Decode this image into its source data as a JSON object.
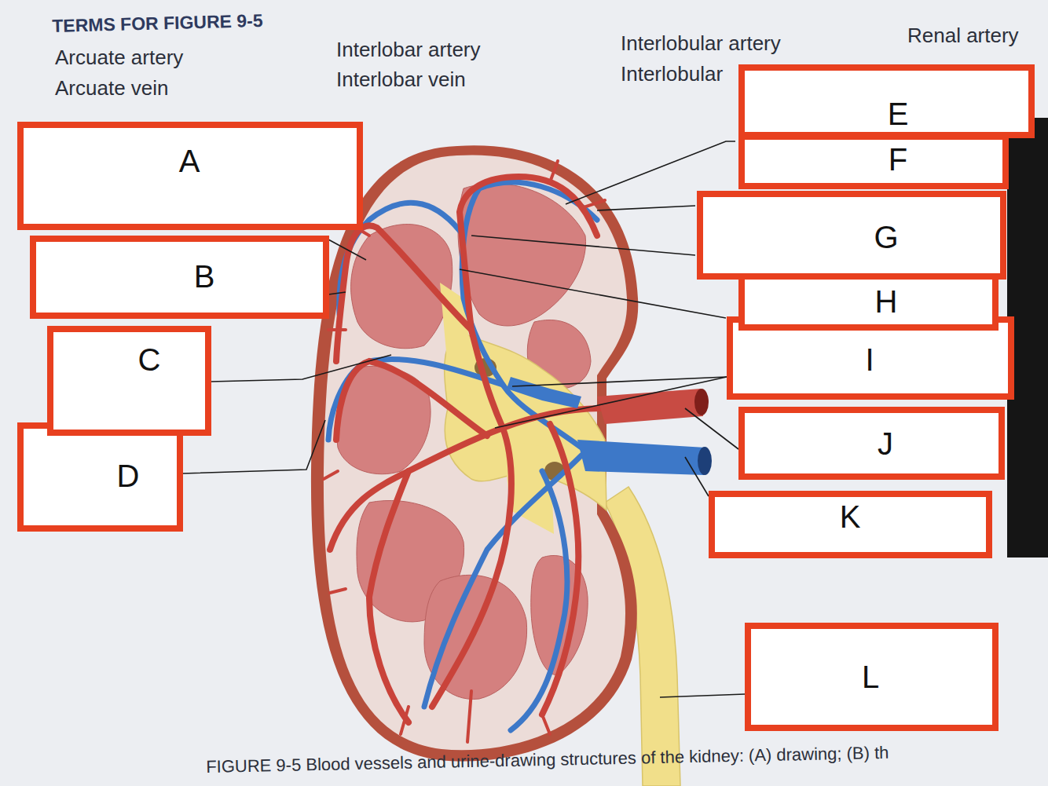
{
  "diagram": {
    "title": "TERMS FOR FIGURE 9-5",
    "caption": "FIGURE 9-5 Blood vessels and urine-drawing structures of the kidney: (A) drawing; (B) th",
    "nodes": [
      {
        "text": [
          "A"
        ]
      },
      {
        "text": [
          "B"
        ]
      },
      {
        "text": [
          "C"
        ]
      },
      {
        "text": [
          "D"
        ]
      },
      {
        "text": [
          "E"
        ]
      },
      {
        "text": [
          "F"
        ]
      },
      {
        "text": [
          "G"
        ]
      },
      {
        "text": [
          "H"
        ]
      },
      {
        "text": [
          "I"
        ]
      },
      {
        "text": [
          "J"
        ]
      },
      {
        "text": [
          "K"
        ]
      },
      {
        "text": [
          "L"
        ]
      }
    ],
    "edges": [],
    "labels": [
      "Arcuate artery",
      "Arcuate vein",
      "Interlobar artery",
      "Interlobar vein",
      "Interlobular artery",
      "Interlobular",
      "Renal artery"
    ]
  }
}
